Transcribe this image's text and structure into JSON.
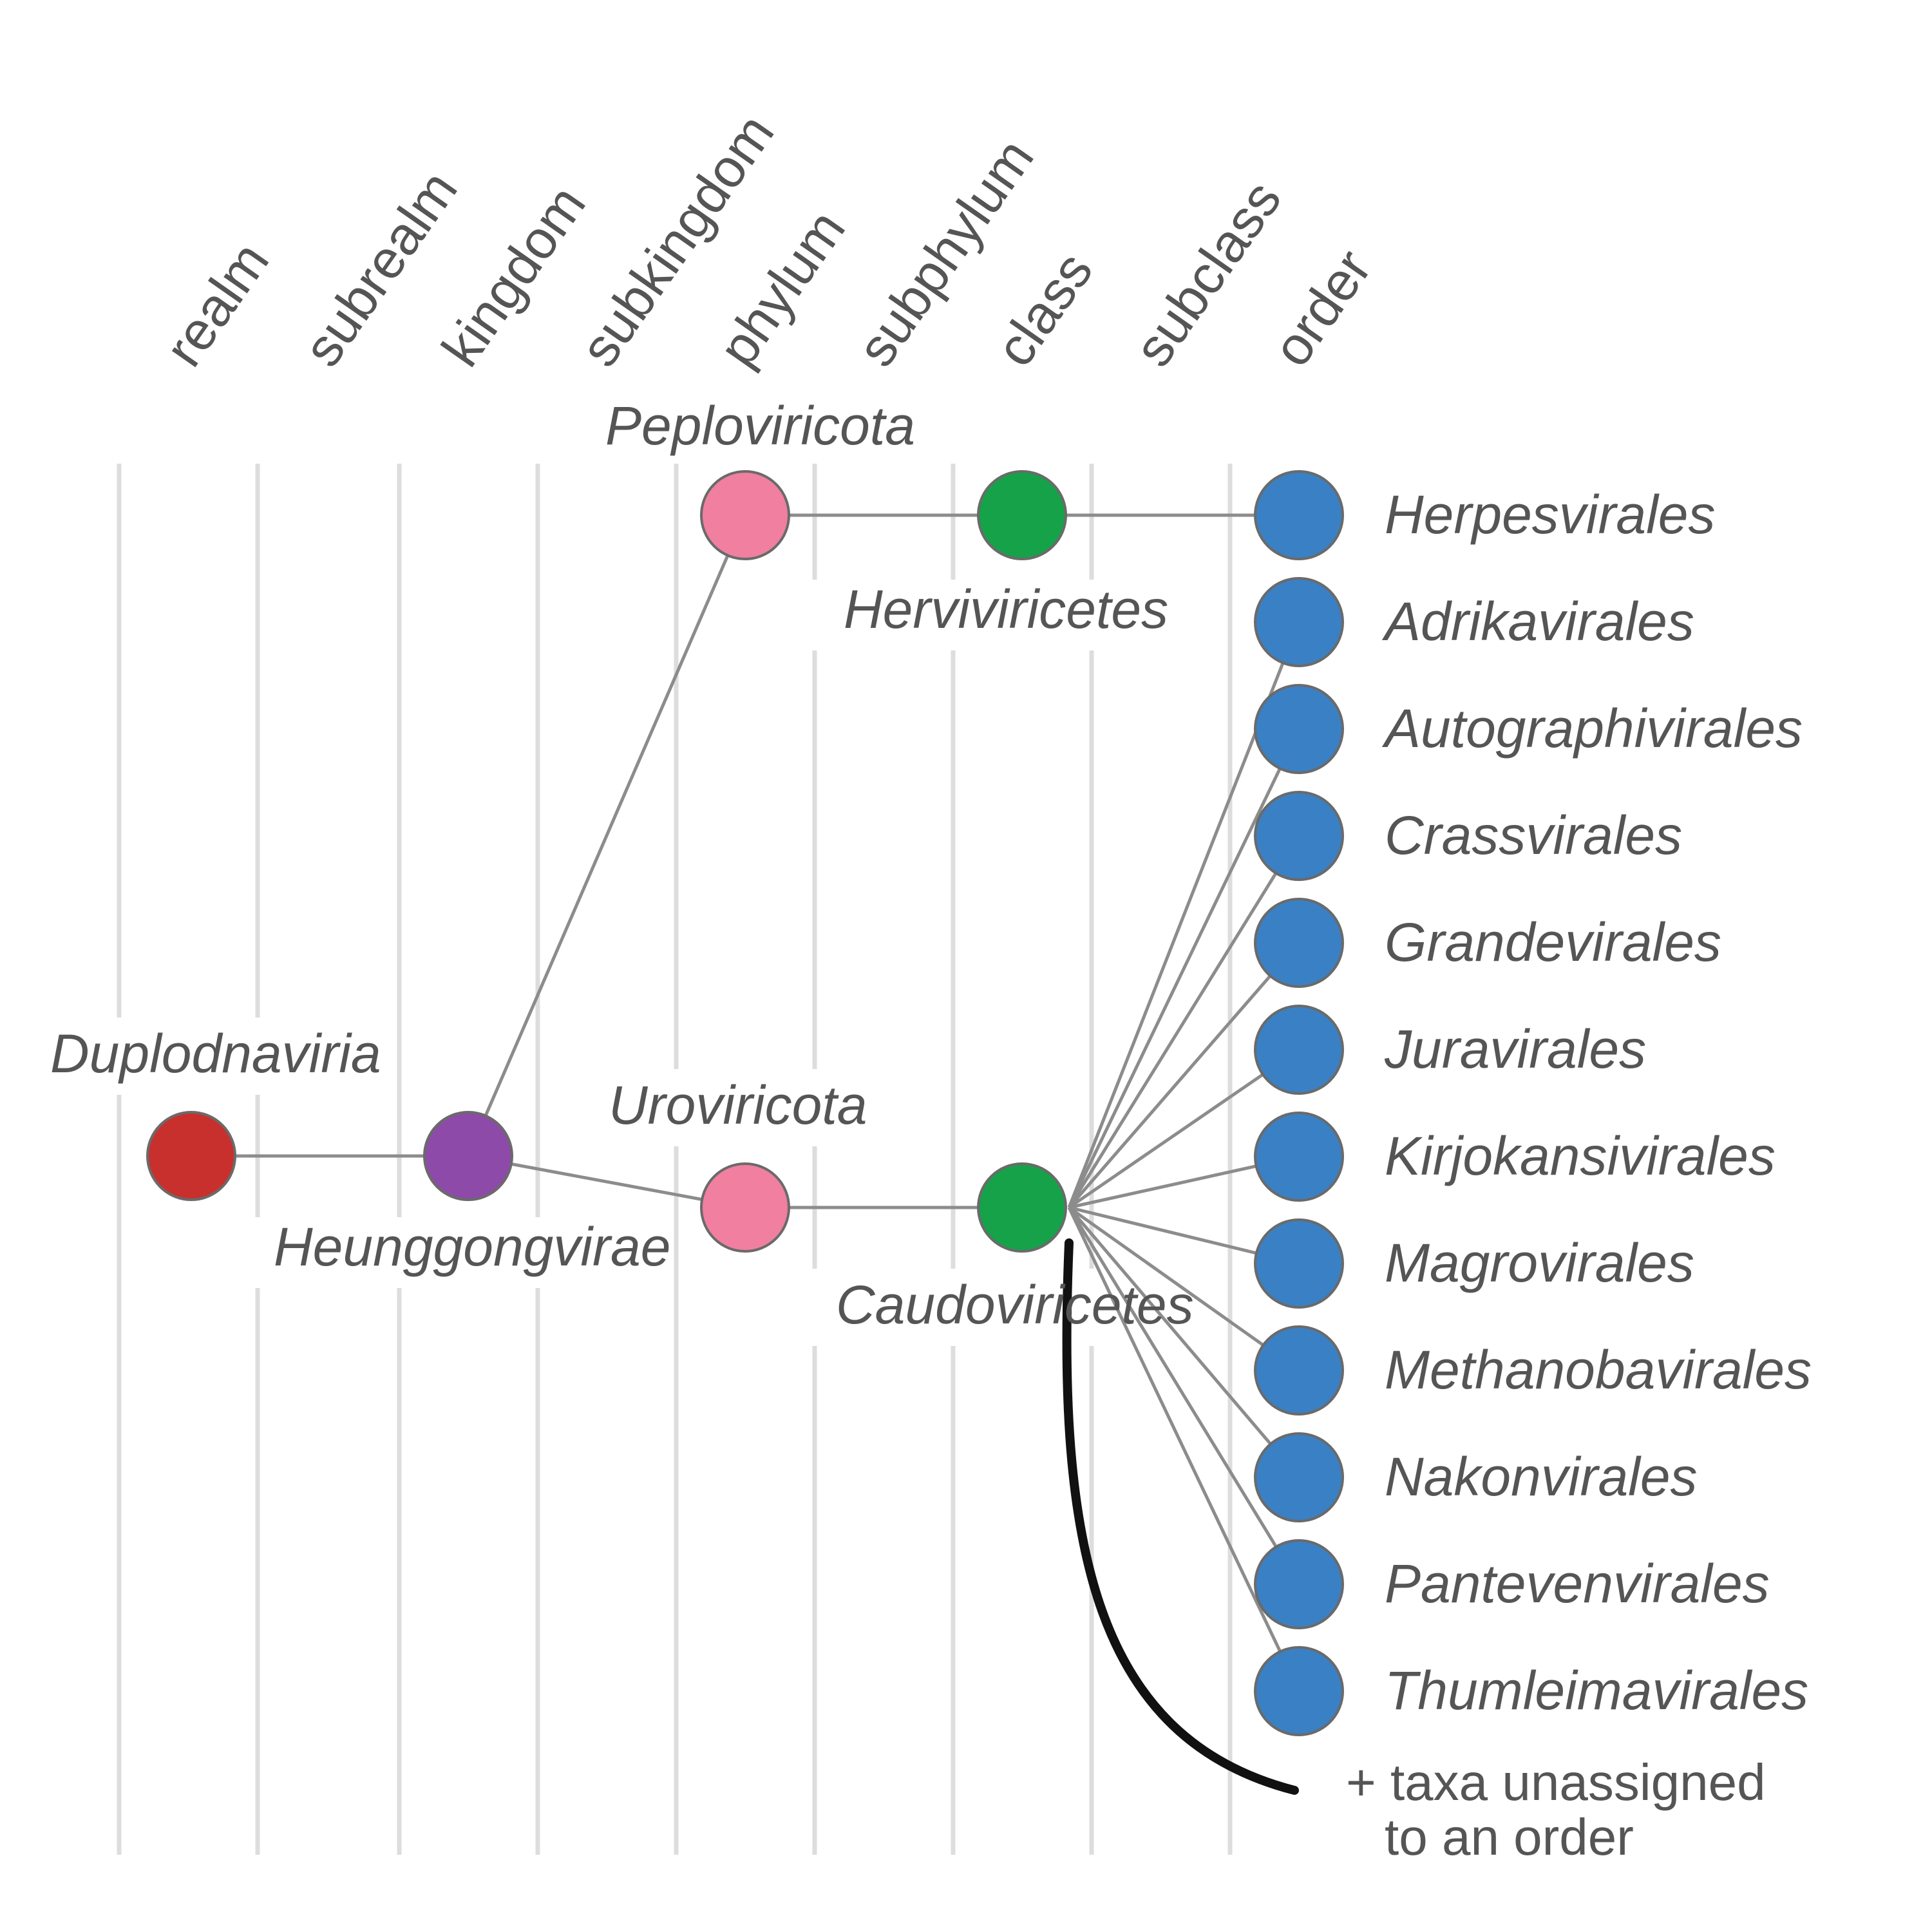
{
  "ranks": [
    "realm",
    "subrealm",
    "kingdom",
    "subkingdom",
    "phylum",
    "subphylum",
    "class",
    "subclass",
    "order"
  ],
  "colors": {
    "realm": "#c8302e",
    "kingdom": "#8e4aa8",
    "phylum": "#f07fa0",
    "class": "#15a249",
    "order": "#3a80c4",
    "column_line": "#dddddd",
    "edge": "#8c8c8c",
    "text": "#555555"
  },
  "taxa": {
    "realm": "Duplodnaviria",
    "kingdom": "Heunggongvirae",
    "phylum_top": "Peploviricota",
    "phylum_bottom": "Uroviricota",
    "class_top": "Herviviricetes",
    "class_bottom": "Caudoviricetes"
  },
  "orders_herviviricetes": [
    "Herpesvirales"
  ],
  "orders_caudoviricetes": [
    "Adrikavirales",
    "Autographivirales",
    "Crassvirales",
    "Grandevirales",
    "Juravirales",
    "Kirjokansivirales",
    "Magrovirales",
    "Methanobavirales",
    "Nakonvirales",
    "Pantevenvirales",
    "Thumleimavirales"
  ],
  "note": {
    "line1": "+ taxa unassigned",
    "line2": "to an order"
  }
}
